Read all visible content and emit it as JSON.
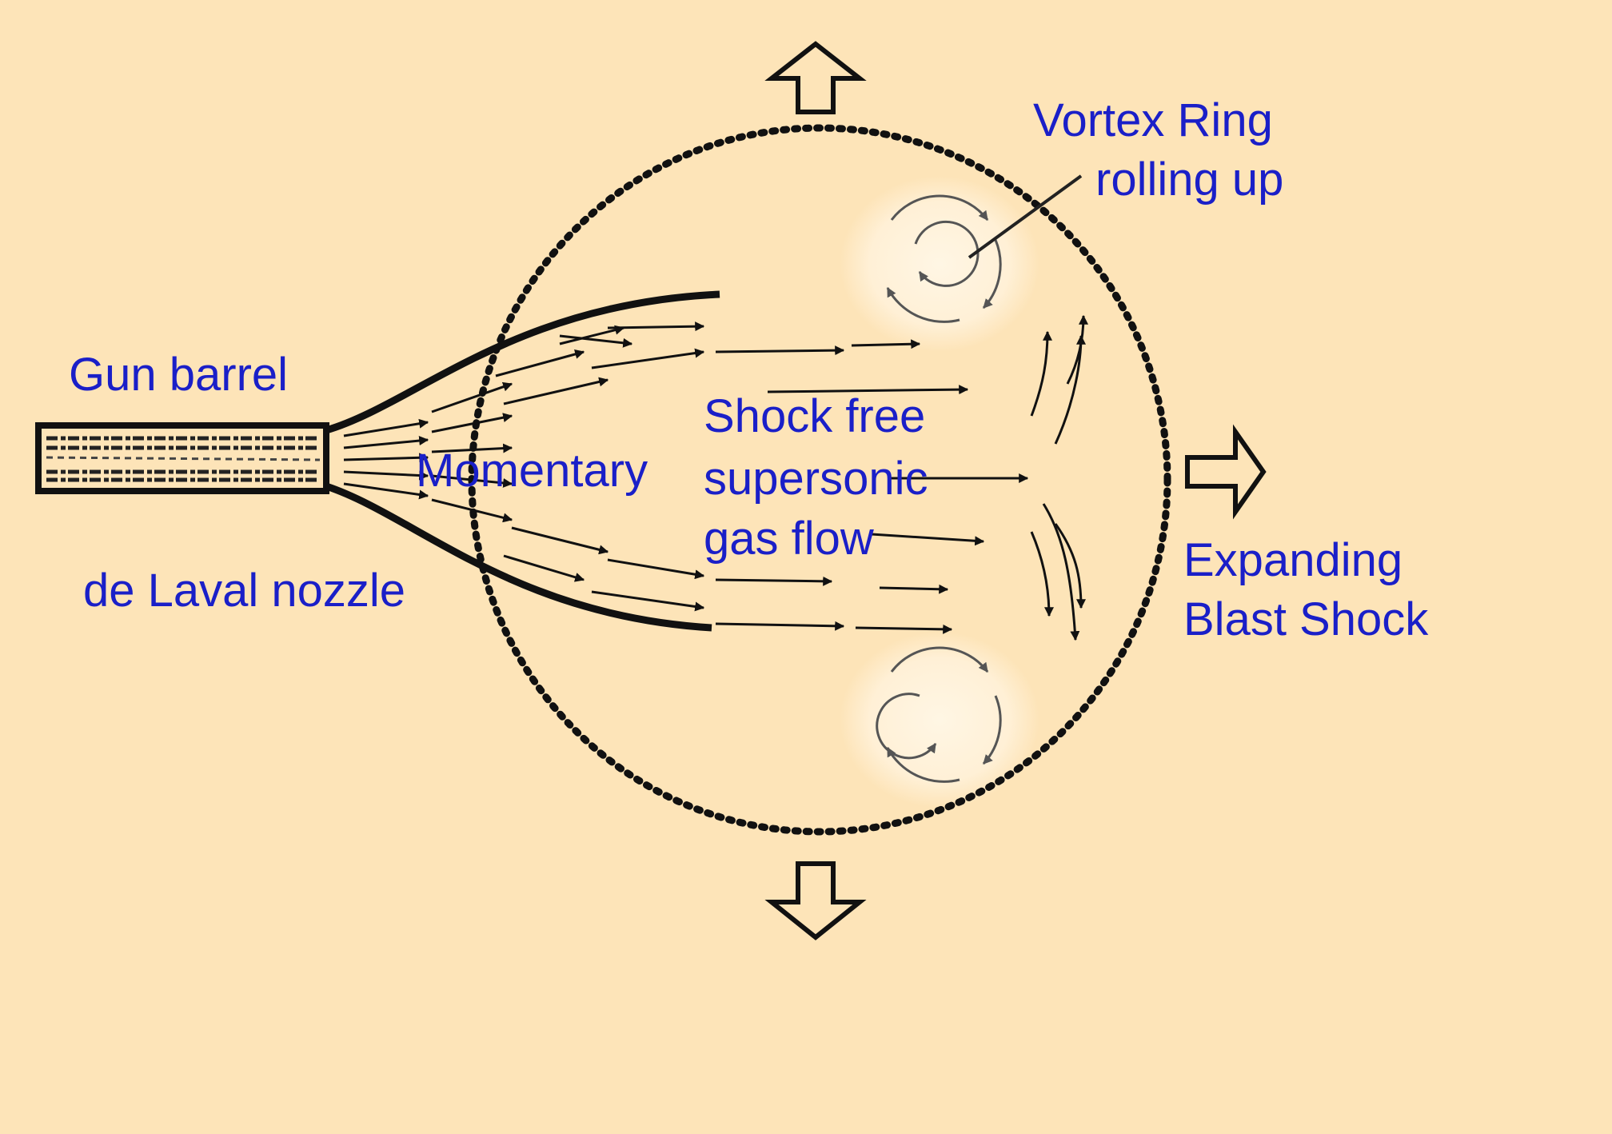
{
  "labels": {
    "gun_barrel": "Gun barrel",
    "de_laval": "de Laval nozzle",
    "momentary": "Momentary",
    "shock_free_line1": "Shock free",
    "shock_free_line2": "supersonic",
    "shock_free_line3": "gas flow",
    "vortex_line1": "Vortex Ring",
    "vortex_line2": "rolling up",
    "expanding_line1": "Expanding",
    "expanding_line2": "Blast Shock"
  },
  "colors": {
    "background": "#fde4b8",
    "label_text": "#1a1fc8",
    "line": "#111111",
    "vortex_glow": "#fff3dc"
  },
  "icons": {
    "expansion_arrows": "hollow-block-arrow"
  }
}
